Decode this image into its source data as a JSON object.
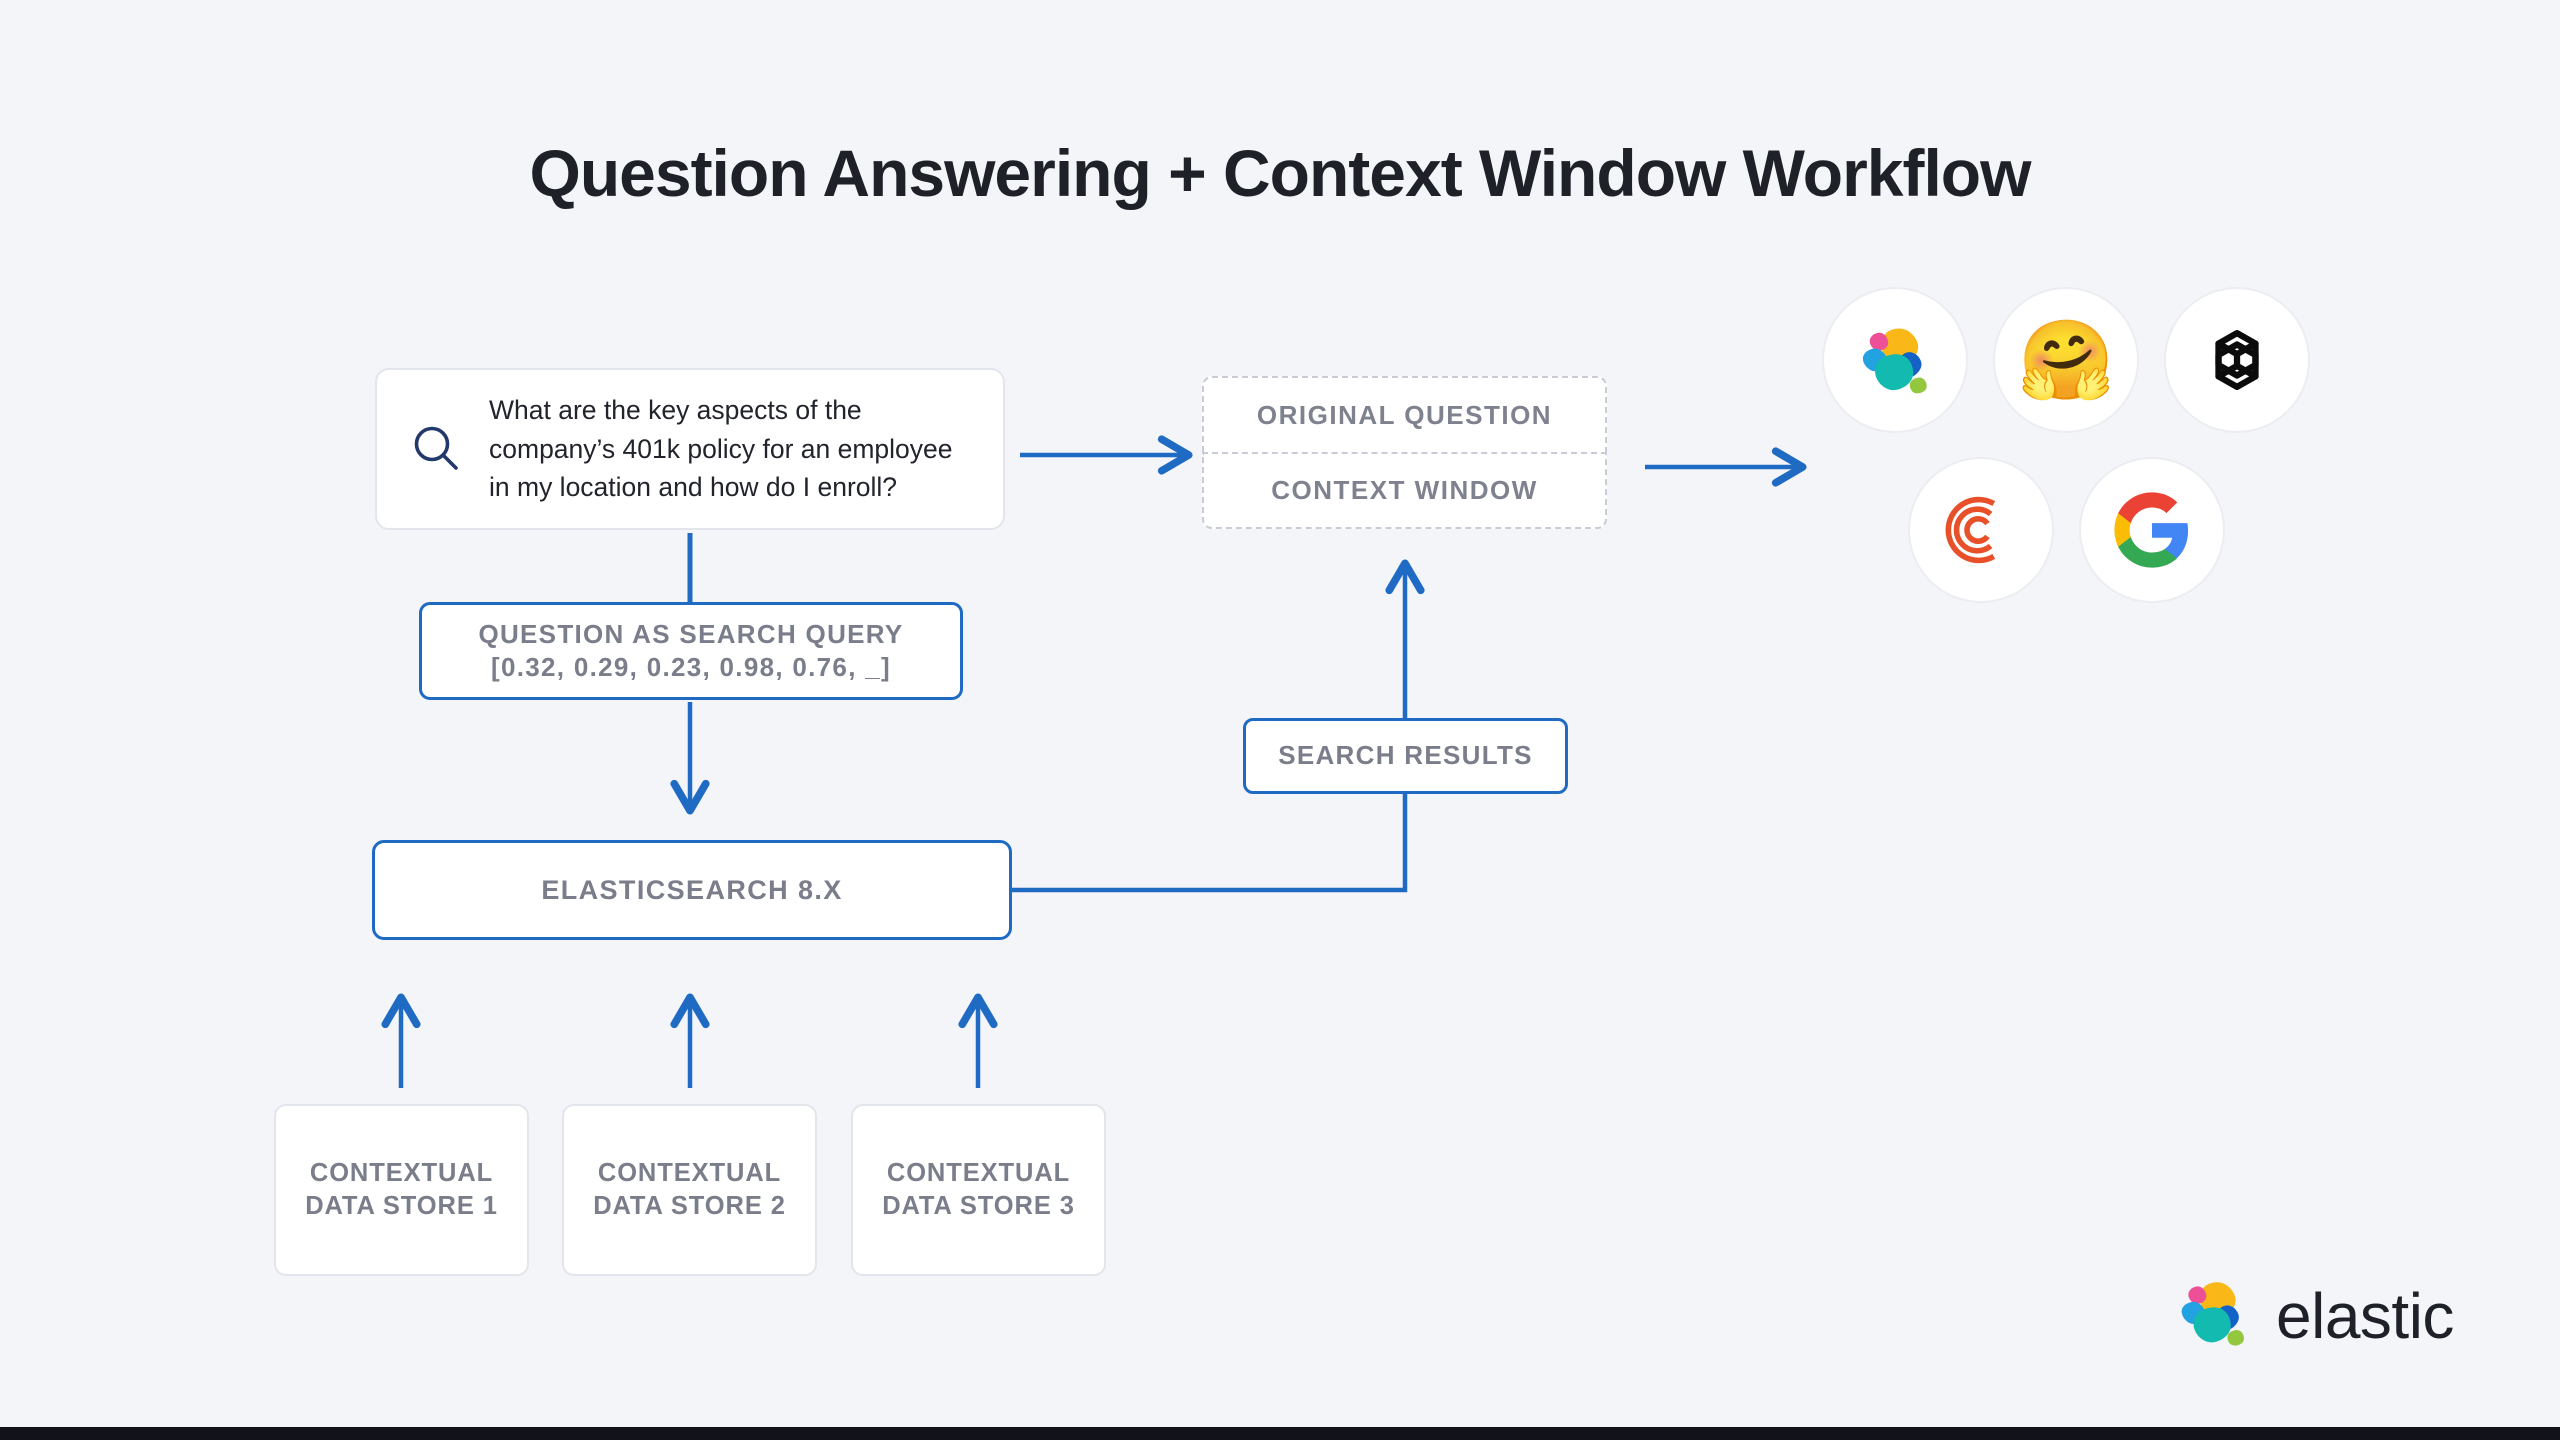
{
  "page": {
    "title": "Question Answering + Context Window Workflow",
    "background_color": "#f4f5f9",
    "accent_blue": "#1f6bc4",
    "muted_text_color": "#7a7d8a",
    "dark_text_color": "#1f2129"
  },
  "question_card": {
    "icon": "search-icon",
    "text": "What are the key aspects of the company’s 401k policy for an employee in my location and how do I enroll?"
  },
  "query_box": {
    "label": "QUESTION AS SEARCH QUERY",
    "vector": "[0.32, 0.29, 0.23, 0.98, 0.76, _]"
  },
  "elasticsearch_box": {
    "label": "ELASTICSEARCH 8.X"
  },
  "data_stores": [
    {
      "line1": "CONTEXTUAL",
      "line2": "DATA STORE 1"
    },
    {
      "line1": "CONTEXTUAL",
      "line2": "DATA STORE 2"
    },
    {
      "line1": "CONTEXTUAL",
      "line2": "DATA STORE 3"
    }
  ],
  "context_group": {
    "original_question": "ORIGINAL QUESTION",
    "context_window": "CONTEXT WINDOW"
  },
  "search_results_box": {
    "label": "SEARCH RESULTS"
  },
  "llm_logos": [
    {
      "name": "elastic-logo",
      "title": "Elastic"
    },
    {
      "name": "hugging-face-logo",
      "title": "Hugging Face",
      "glyph": "🤗"
    },
    {
      "name": "openai-logo",
      "title": "OpenAI"
    },
    {
      "name": "cohere-logo",
      "title": "Cohere"
    },
    {
      "name": "google-logo",
      "title": "Google"
    }
  ],
  "brand": {
    "wordmark": "elastic"
  }
}
